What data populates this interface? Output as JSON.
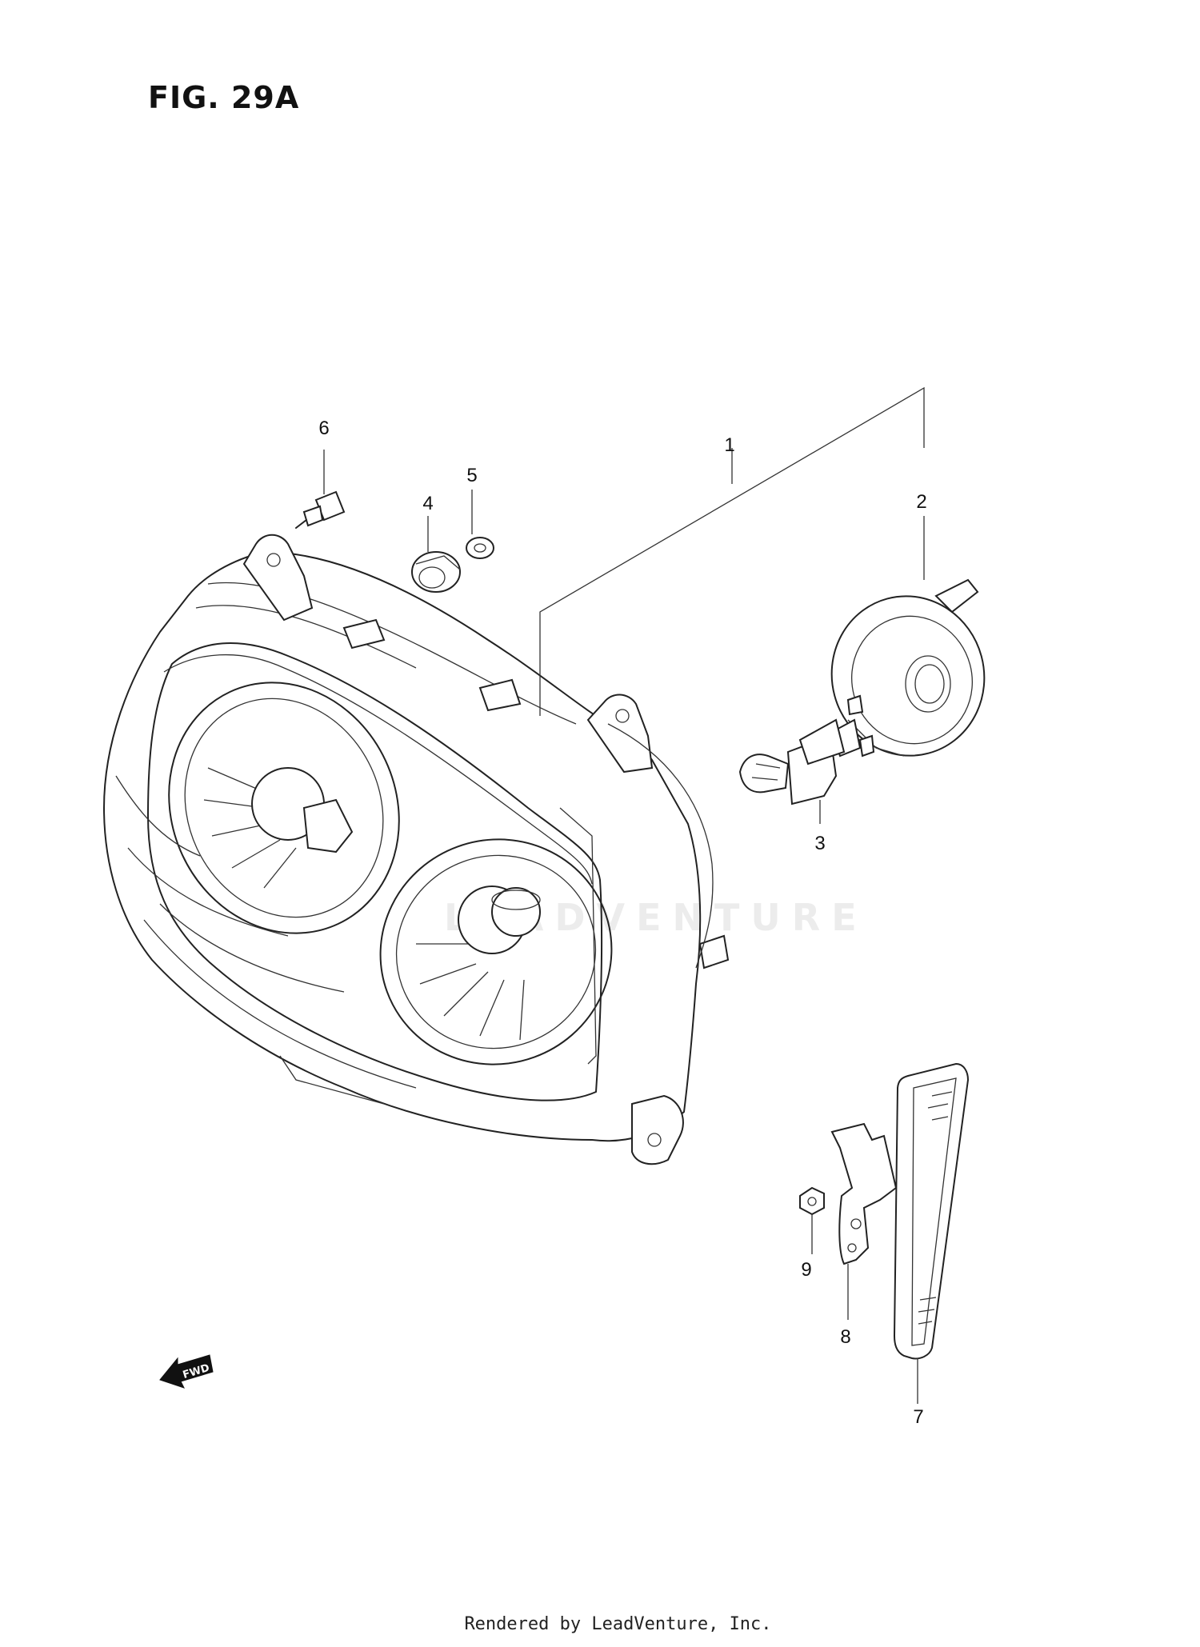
{
  "figure_label": "FIG. 29A",
  "watermark_text": "LEADVENTURE",
  "footer_text": "Rendered by LeadVenture, Inc.",
  "fwd_label": "FWD",
  "callouts": [
    {
      "id": "1",
      "label": "1"
    },
    {
      "id": "2",
      "label": "2"
    },
    {
      "id": "3",
      "label": "3"
    },
    {
      "id": "4",
      "label": "4"
    },
    {
      "id": "5",
      "label": "5"
    },
    {
      "id": "6",
      "label": "6"
    },
    {
      "id": "7",
      "label": "7"
    },
    {
      "id": "8",
      "label": "8"
    },
    {
      "id": "9",
      "label": "9"
    }
  ],
  "parts": [
    {
      "ref": "1",
      "name": "headlamp-assembly"
    },
    {
      "ref": "2",
      "name": "bulb-socket-cover"
    },
    {
      "ref": "3",
      "name": "headlamp-bulb"
    },
    {
      "ref": "4",
      "name": "cushion"
    },
    {
      "ref": "5",
      "name": "washer"
    },
    {
      "ref": "6",
      "name": "screw"
    },
    {
      "ref": "7",
      "name": "reflex-reflector"
    },
    {
      "ref": "8",
      "name": "reflector-bracket"
    },
    {
      "ref": "9",
      "name": "nut"
    }
  ]
}
